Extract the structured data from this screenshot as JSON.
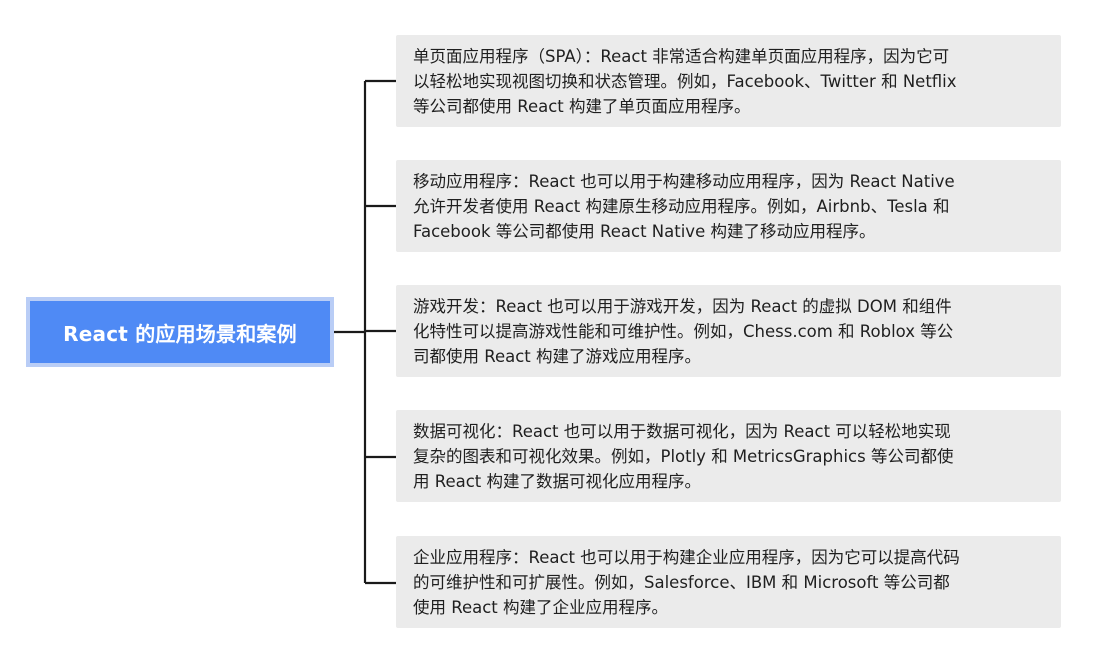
{
  "mindmap": {
    "root": {
      "label": "React 的应用场景和案例"
    },
    "branches": [
      {
        "lines": [
          "单页面应用程序（SPA）：React 非常适合构建单页面应用程序，因为它可",
          "以轻松地实现视图切换和状态管理。例如，Facebook、Twitter 和 Netflix",
          "等公司都使用 React 构建了单页面应用程序。"
        ]
      },
      {
        "lines": [
          "移动应用程序：React 也可以用于构建移动应用程序，因为 React Native",
          "允许开发者使用 React 构建原生移动应用程序。例如，Airbnb、Tesla 和",
          "Facebook 等公司都使用 React Native 构建了移动应用程序。"
        ]
      },
      {
        "lines": [
          "游戏开发：React 也可以用于游戏开发，因为 React 的虚拟 DOM 和组件",
          "化特性可以提高游戏性能和可维护性。例如，Chess.com 和 Roblox 等公",
          "司都使用 React 构建了游戏应用程序。"
        ]
      },
      {
        "lines": [
          "数据可视化：React 也可以用于数据可视化，因为 React 可以轻松地实现",
          "复杂的图表和可视化效果。例如，Plotly 和 MetricsGraphics 等公司都使",
          "用 React 构建了数据可视化应用程序。"
        ]
      },
      {
        "lines": [
          "企业应用程序：React 也可以用于构建企业应用程序，因为它可以提高代码",
          "的可维护性和可扩展性。例如，Salesforce、IBM 和 Microsoft 等公司都",
          "使用 React 构建了企业应用程序。"
        ]
      }
    ],
    "colors": {
      "root_fill": "#4f8af5",
      "root_border": "#b9cdf6",
      "card_fill": "#ebebeb",
      "connector": "#1a1a1a"
    }
  }
}
